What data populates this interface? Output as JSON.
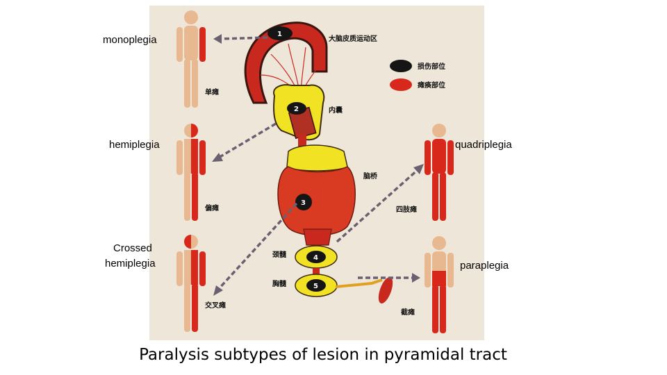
{
  "labels": {
    "monoplegia": "monoplegia",
    "hemiplegia": "hemiplegia",
    "crossed_hemiplegia_line1": "Crossed",
    "crossed_hemiplegia_line2": "hemiplegia",
    "quadriplegia": "quadriplegia",
    "paraplegia": "paraplegia"
  },
  "figure_text": {
    "cortex": "大脑皮质运动区",
    "legend_lesion": "损伤部位",
    "legend_paralysis": "瘫痪部位",
    "internal_capsule": "内囊",
    "pons": "脑桥",
    "cervical_cord": "颈髓",
    "thoracic_cord": "胸髓",
    "mono": "单瘫",
    "hemi": "偏瘫",
    "crossed": "交叉瘫",
    "quad": "四肢瘫",
    "para": "截瘫",
    "n1": "1",
    "n2": "2",
    "n3": "3",
    "n4": "4",
    "n5": "5"
  },
  "colors": {
    "lesion": "#111111",
    "paralysis": "#d8281c",
    "skin": "#e8b990",
    "arrow": "#6a6070"
  },
  "caption": "Paralysis subtypes of lesion in pyramidal tract"
}
